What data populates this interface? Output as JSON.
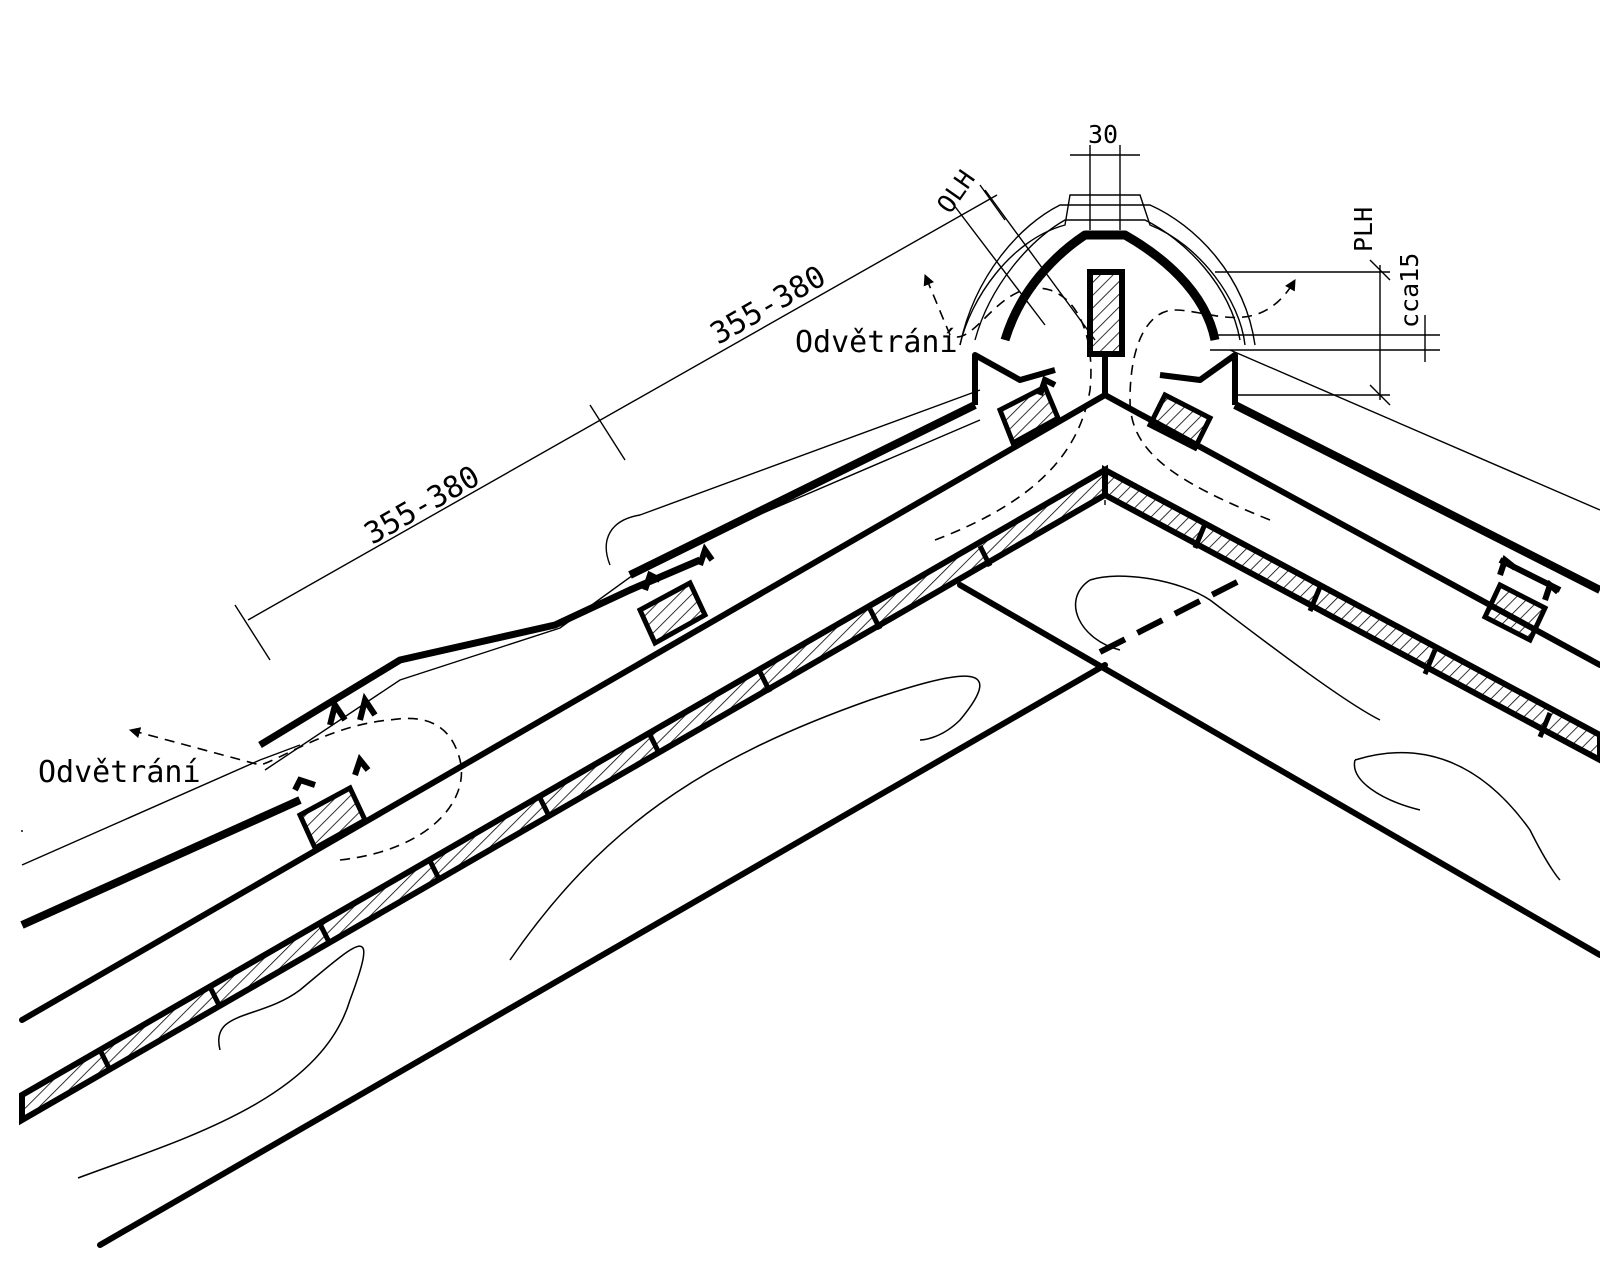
{
  "drawing": {
    "labels": {
      "ventilation_left": "Odvětrání",
      "ventilation_ridge": "Odvětrání",
      "batten_spacing_lower": "355-380",
      "batten_spacing_upper": "355-380",
      "ridge_batten_width": "30",
      "dim_olh": "OLH",
      "dim_plh": "PLH",
      "dim_cca15": "cca15"
    },
    "colors": {
      "line": "#000000",
      "background": "#ffffff"
    }
  }
}
